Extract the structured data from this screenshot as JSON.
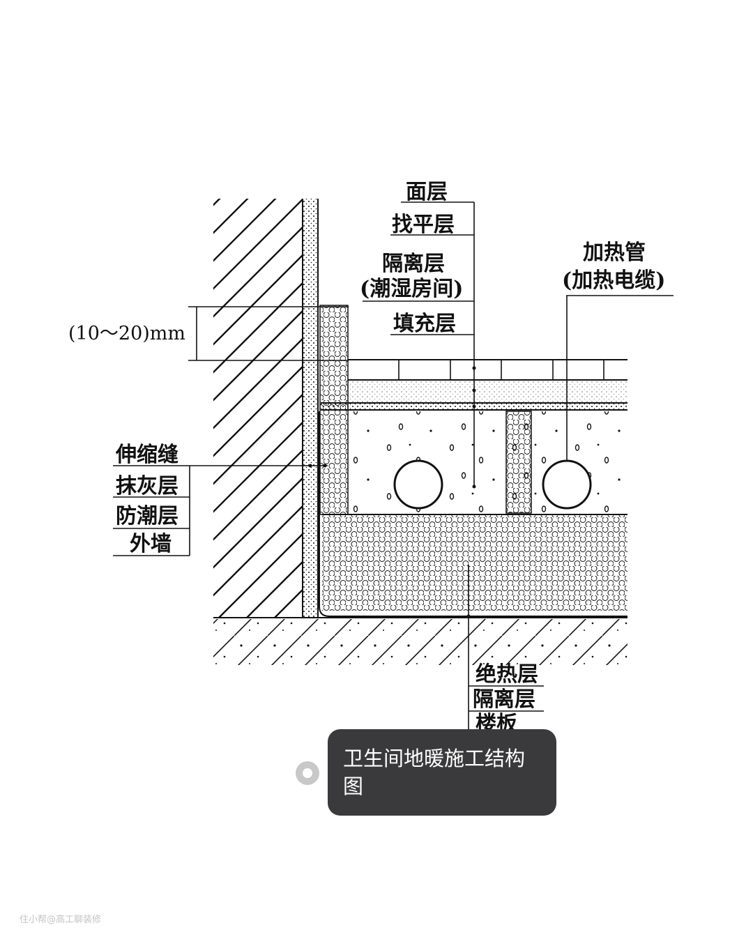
{
  "diagram": {
    "layer_labels_top": [
      "面层",
      "找平层",
      "隔离层",
      "(潮湿房间)",
      "填充层"
    ],
    "pipe_label": [
      "加热管",
      "(加热电缆)"
    ],
    "dimension_label": "(10～20)mm",
    "wall_labels": [
      "伸缩缝",
      "抹灰层",
      "防潮层",
      "外墙"
    ],
    "bottom_labels": [
      "绝热层",
      "隔离层",
      "楼板"
    ]
  },
  "caption_tag": {
    "text": "卫生间地暖施工结构图"
  },
  "watermark": {
    "text": "住小帮@高工聊装修"
  }
}
